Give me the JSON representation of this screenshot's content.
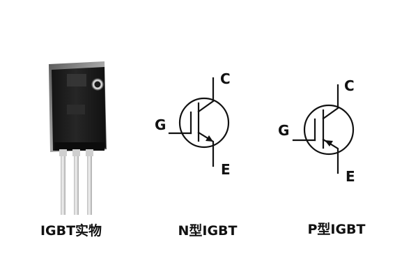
{
  "captions": {
    "photo": "IGBT实物",
    "n_type": "N型IGBT",
    "p_type": "P型IGBT"
  },
  "n_symbol": {
    "collector": "C",
    "gate": "G",
    "emitter": "E"
  },
  "p_symbol": {
    "collector": "C",
    "gate": "G",
    "emitter": "E"
  },
  "colors": {
    "stroke": "#111111",
    "package_body": "#1c1c1c",
    "tab_metal": "#9a9a9a",
    "lead_metal": "#e6e6e6"
  }
}
